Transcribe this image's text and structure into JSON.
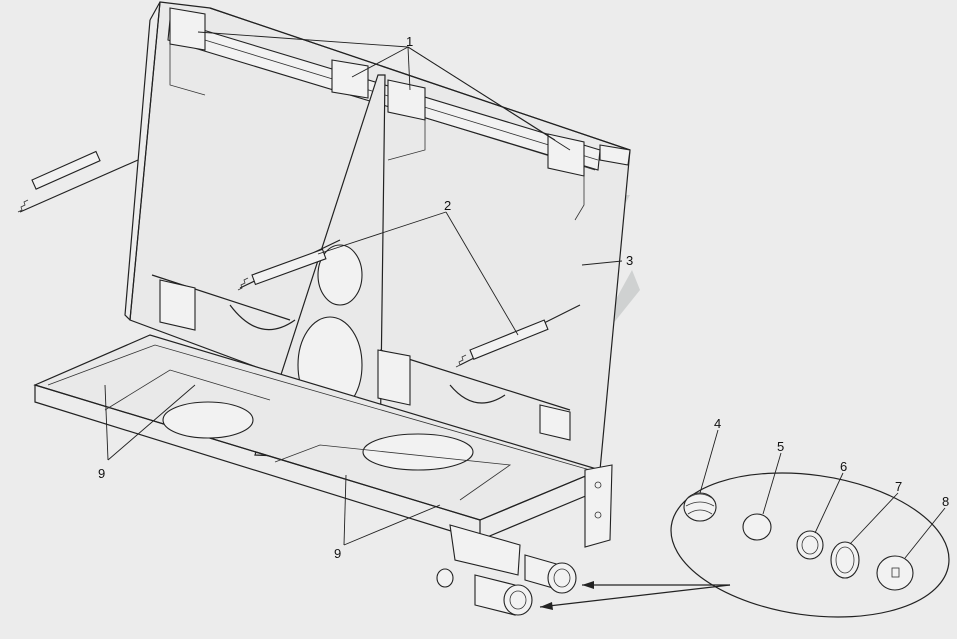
{
  "labels": {
    "l1": "1",
    "l2": "2",
    "l3": "3",
    "l4": "4",
    "l5": "5",
    "l6": "6",
    "l7": "7",
    "l8": "8",
    "l9a": "9",
    "l9b": "9"
  },
  "colors": {
    "background": "#ececec",
    "line": "#222222",
    "watermark": "#b8bcbc"
  }
}
